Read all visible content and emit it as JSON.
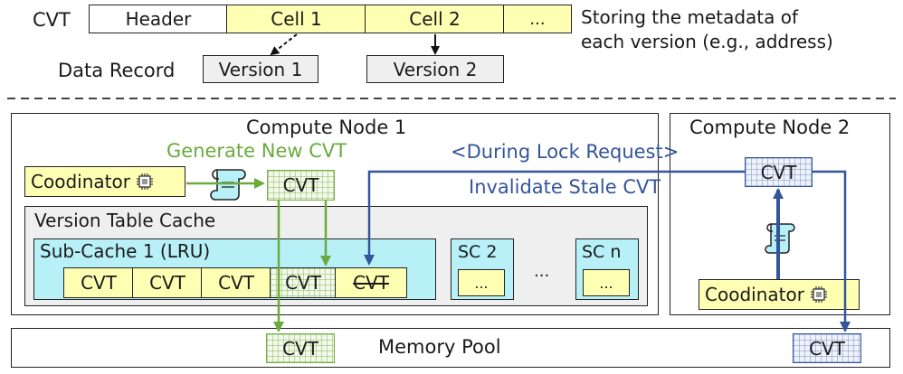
{
  "cvt_row": {
    "label": "CVT",
    "cells": [
      "Header",
      "Cell 1",
      "Cell 2",
      "..."
    ],
    "note_line1": "Storing the metadata of",
    "note_line2": "each version (e.g., address)"
  },
  "data_record": {
    "label": "Data Record",
    "versions": [
      "Version 1",
      "Version 2"
    ]
  },
  "node1": {
    "title": "Compute Node 1",
    "generate_label": "Generate New CVT",
    "coordinator": "Coodinator",
    "cvt": "CVT",
    "vtc_title": "Version Table Cache",
    "subcache_title": "Sub-Cache 1 (LRU)",
    "subcache_cells": [
      "CVT",
      "CVT",
      "CVT",
      "CVT",
      "CVT"
    ],
    "sc2": "SC 2",
    "scn": "SC n",
    "ellipsis": "...",
    "sc_cell": "..."
  },
  "node2": {
    "title": "Compute Node 2",
    "cvt": "CVT",
    "coordinator": "Coodinator"
  },
  "lock": {
    "line1": "<During Lock Request>",
    "line2": "Invalidate Stale CVT"
  },
  "pool": {
    "label": "Memory Pool",
    "cvt_left": "CVT",
    "cvt_right": "CVT"
  },
  "colors": {
    "green": "#6aab3c",
    "blue": "#33559a",
    "yellow": "#ffffb4",
    "cyan": "#b8f0f8",
    "gray": "#efefef"
  }
}
